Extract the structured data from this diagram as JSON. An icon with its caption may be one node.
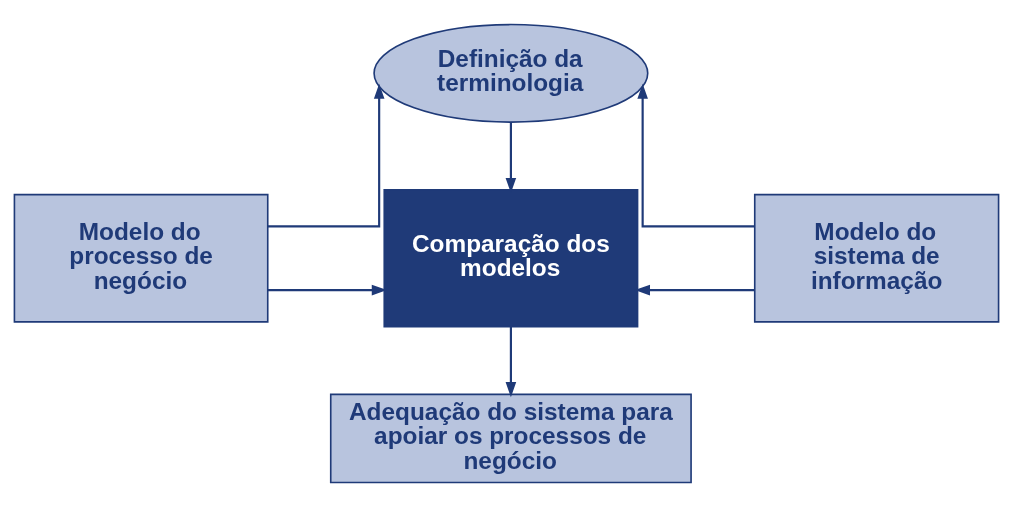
{
  "diagram": {
    "nodes": [
      {
        "text": [
          "Definição da terminologia"
        ]
      },
      {
        "text": [
          "Modelo do processo de negócio"
        ]
      },
      {
        "text": [
          "Comparação dos modelos"
        ]
      },
      {
        "text": [
          "Modelo do sistema de informação"
        ]
      },
      {
        "text": [
          "Adequação do sistema para apoiar os processos de negócio"
        ]
      }
    ],
    "edges": [
      {
        "from": 1,
        "to": 0,
        "arrow": "to"
      },
      {
        "from": 3,
        "to": 0,
        "arrow": "to"
      },
      {
        "from": 0,
        "to": 2,
        "arrow": "to"
      },
      {
        "from": 1,
        "to": 2,
        "arrow": "to"
      },
      {
        "from": 3,
        "to": 2,
        "arrow": "to"
      },
      {
        "from": 2,
        "to": 4,
        "arrow": "to"
      }
    ]
  }
}
